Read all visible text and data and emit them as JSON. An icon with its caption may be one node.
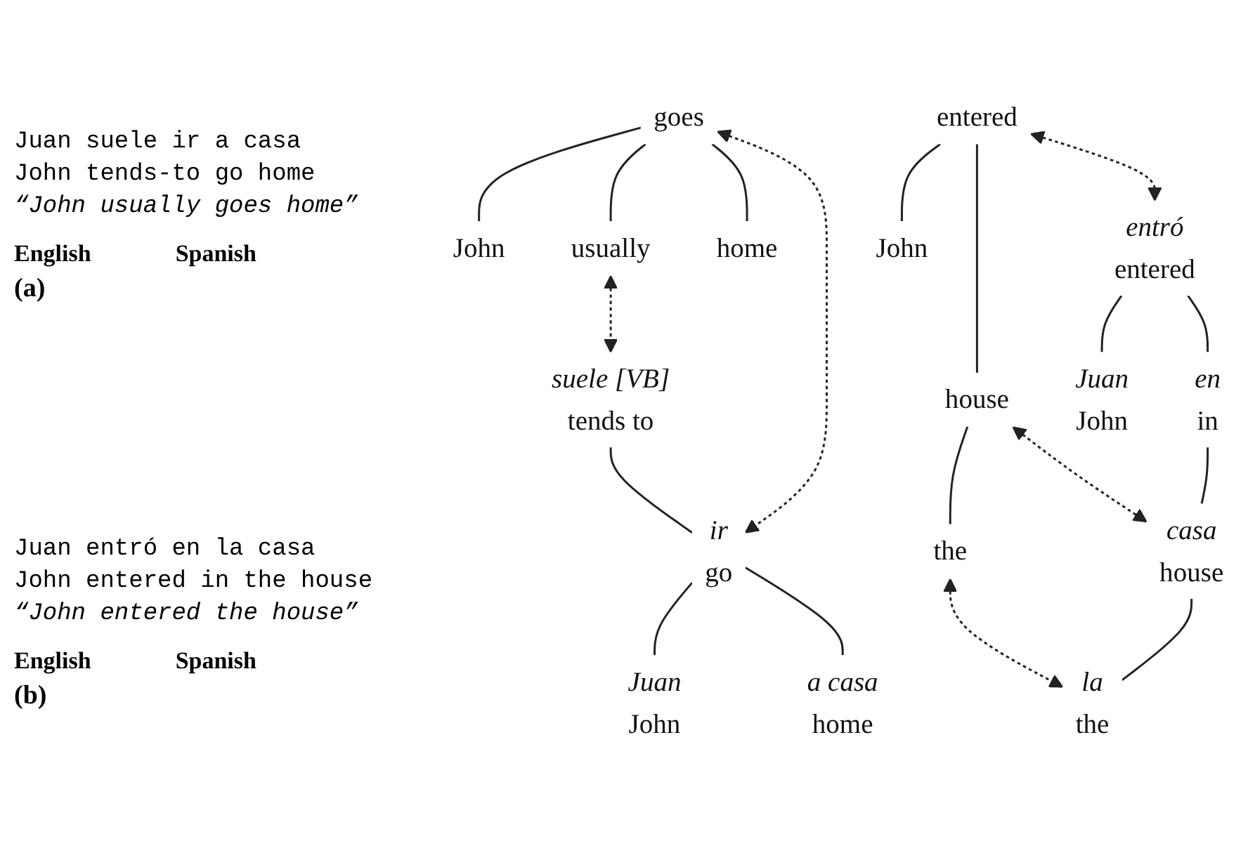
{
  "diagram": {
    "nodes": [
      {
        "text": [
          "goes"
        ]
      },
      {
        "text": [
          "John"
        ]
      },
      {
        "text": [
          "usually"
        ]
      },
      {
        "text": [
          "home"
        ]
      },
      {
        "text": [
          "suele [VB]",
          "tends to"
        ]
      },
      {
        "text": [
          "ir",
          "go"
        ]
      },
      {
        "text": [
          "Juan",
          "John"
        ]
      },
      {
        "text": [
          "a casa",
          "home"
        ]
      },
      {
        "text": [
          "entered"
        ]
      },
      {
        "text": [
          "John"
        ]
      },
      {
        "text": [
          "house"
        ]
      },
      {
        "text": [
          "the"
        ]
      },
      {
        "text": [
          "entró",
          "entered"
        ]
      },
      {
        "text": [
          "Juan",
          "John"
        ]
      },
      {
        "text": [
          "en",
          "in"
        ]
      },
      {
        "text": [
          "casa",
          "house"
        ]
      },
      {
        "text": [
          "la",
          "the"
        ]
      }
    ],
    "edges": [
      {
        "from": 0,
        "to": 1,
        "arrow": "none"
      },
      {
        "from": 0,
        "to": 2,
        "arrow": "none"
      },
      {
        "from": 0,
        "to": 3,
        "arrow": "none"
      },
      {
        "from": 4,
        "to": 5,
        "arrow": "none"
      },
      {
        "from": 5,
        "to": 6,
        "arrow": "none"
      },
      {
        "from": 5,
        "to": 7,
        "arrow": "none"
      },
      {
        "from": 0,
        "to": 5,
        "arrow": "both",
        "style": "dashed"
      },
      {
        "from": 2,
        "to": 4,
        "arrow": "both",
        "style": "dashed"
      },
      {
        "from": 8,
        "to": 9,
        "arrow": "none"
      },
      {
        "from": 8,
        "to": 10,
        "arrow": "none"
      },
      {
        "from": 10,
        "to": 11,
        "arrow": "none"
      },
      {
        "from": 12,
        "to": 13,
        "arrow": "none"
      },
      {
        "from": 12,
        "to": 14,
        "arrow": "none"
      },
      {
        "from": 14,
        "to": 15,
        "arrow": "none"
      },
      {
        "from": 15,
        "to": 16,
        "arrow": "none"
      },
      {
        "from": 8,
        "to": 12,
        "arrow": "both",
        "style": "dashed"
      },
      {
        "from": 10,
        "to": 15,
        "arrow": "both",
        "style": "dashed"
      },
      {
        "from": 11,
        "to": 16,
        "arrow": "both",
        "style": "dashed"
      }
    ],
    "labels": [
      "Juan suele ir a casa",
      "John tends-to go home",
      "“John usually goes home”",
      "English",
      "Spanish",
      "(a)",
      "Juan entró en la casa",
      "John entered in the house",
      "“John entered the house”",
      "English",
      "Spanish",
      "(b)"
    ]
  }
}
